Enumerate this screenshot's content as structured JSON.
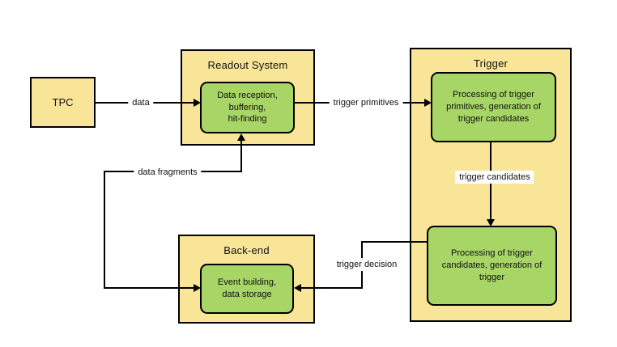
{
  "colors": {
    "container_fill": "#F9E597",
    "process_fill": "#A7D566",
    "stroke": "#000000",
    "label_background": "#FFFFFF",
    "page_background": "#FFFFFF"
  },
  "nodes": {
    "tpc": {
      "label": "TPC"
    },
    "readout_system": {
      "title": "Readout System",
      "process": {
        "label": "Data reception,\nbuffering,\nhit-finding"
      }
    },
    "trigger": {
      "title": "Trigger",
      "process_primitives": {
        "label": "Processing of trigger\nprimitives, generation of\ntrigger candidates"
      },
      "process_candidates": {
        "label": "Processing of trigger\ncandidates, generation of\ntrigger"
      }
    },
    "back_end": {
      "title": "Back-end",
      "process": {
        "label": "Event building,\ndata storage"
      }
    }
  },
  "edges": {
    "data": {
      "label": "data"
    },
    "trigger_primitives": {
      "label": "trigger primitives"
    },
    "trigger_candidates": {
      "label": "trigger candidates"
    },
    "data_fragments": {
      "label": "data fragments"
    },
    "trigger_decision": {
      "label": "trigger decision"
    }
  }
}
